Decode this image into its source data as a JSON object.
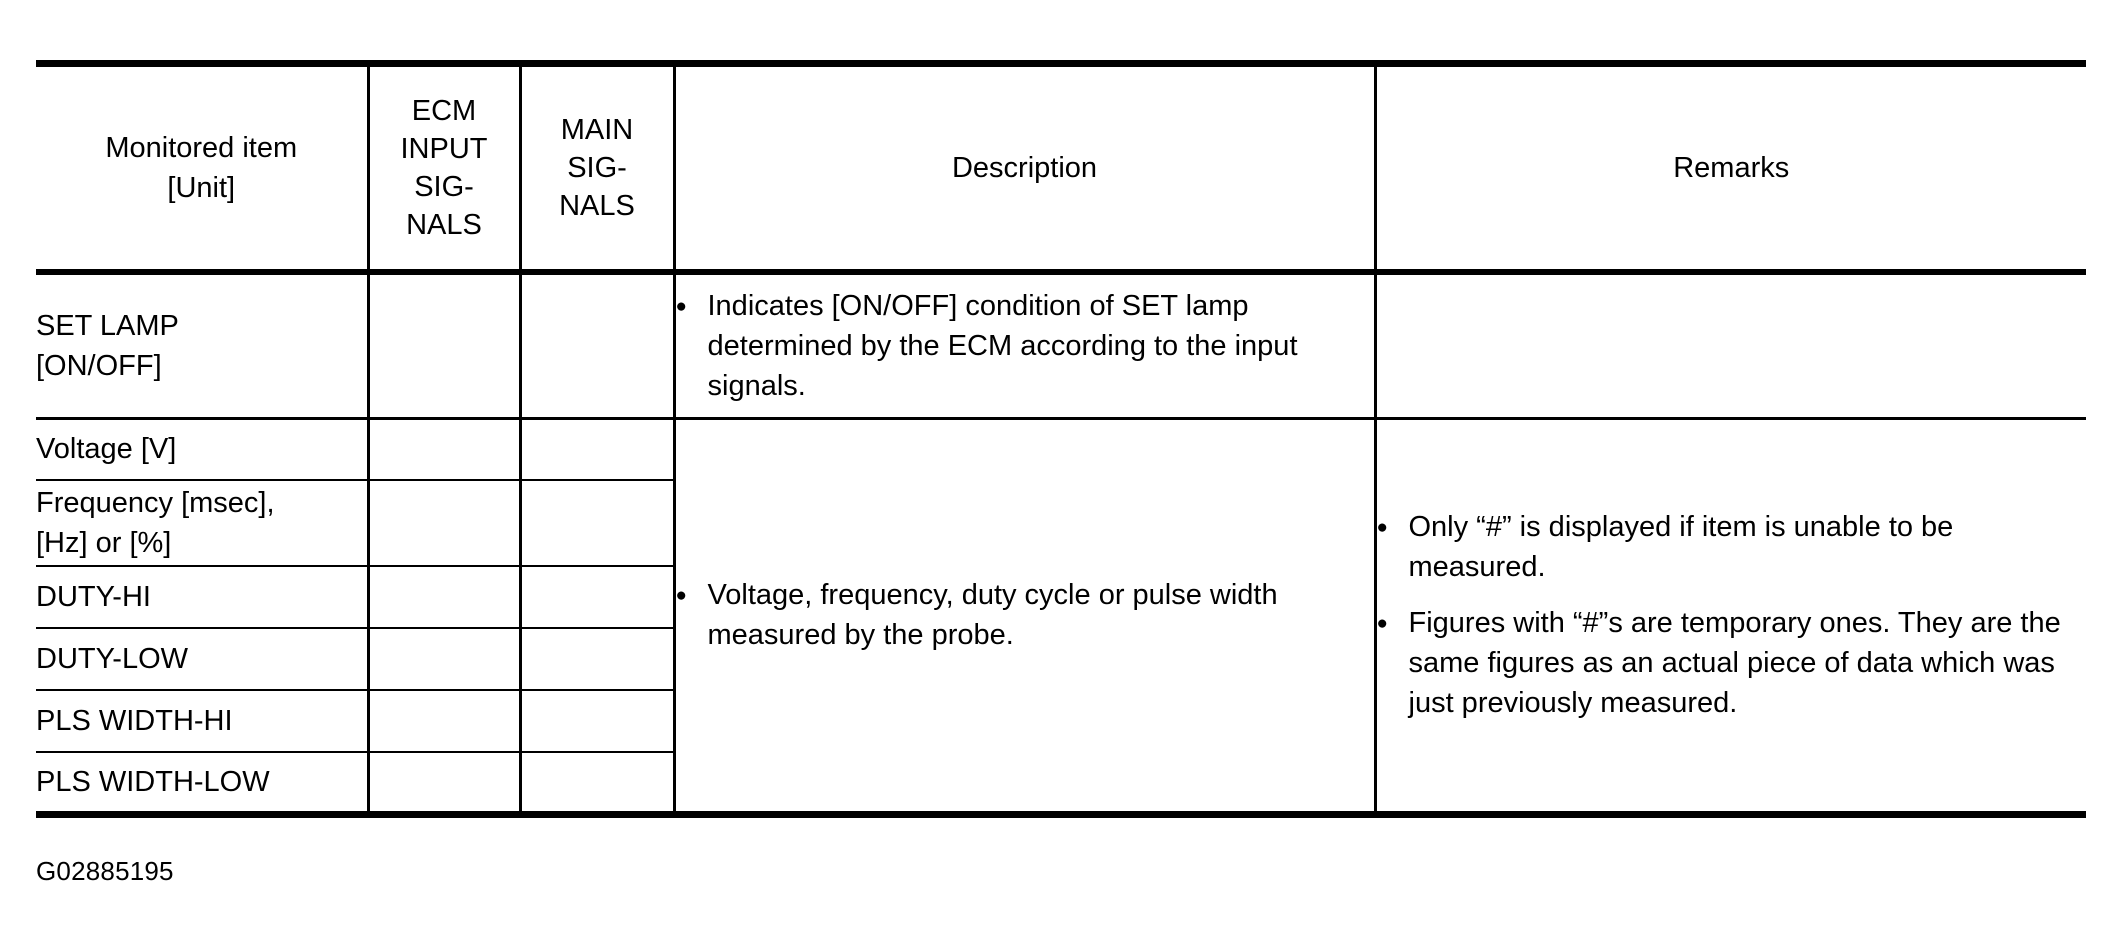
{
  "document": {
    "caption": "G02885195"
  },
  "table": {
    "headers": {
      "monitored_item": [
        "Monitored item",
        "[Unit]"
      ],
      "ecm_input_signals": [
        "ECM",
        "INPUT",
        "SIG-",
        "NALS"
      ],
      "main_signals": [
        "MAIN",
        "SIG-",
        "NALS"
      ],
      "description": "Description",
      "remarks": "Remarks"
    },
    "rows": [
      {
        "item": [
          "SET LAMP",
          "[ON/OFF]"
        ],
        "ecm": "",
        "main": "",
        "description": [
          "Indicates [ON/OFF] condition of SET lamp determined by the ECM according to the input signals."
        ],
        "remarks": []
      },
      {
        "item": [
          "Voltage [V]"
        ],
        "ecm": "",
        "main": ""
      },
      {
        "item": [
          "Frequency [msec],",
          "[Hz] or [%]"
        ],
        "ecm": "",
        "main": ""
      },
      {
        "item": [
          "DUTY-HI"
        ],
        "ecm": "",
        "main": ""
      },
      {
        "item": [
          "DUTY-LOW"
        ],
        "ecm": "",
        "main": ""
      },
      {
        "item": [
          "PLS WIDTH-HI"
        ],
        "ecm": "",
        "main": ""
      },
      {
        "item": [
          "PLS WIDTH-LOW"
        ],
        "ecm": "",
        "main": ""
      }
    ],
    "merged_description": "Voltage, frequency, duty cycle or pulse width measured by the probe.",
    "merged_remarks": [
      "Only “#” is displayed if item is unable to be measured.",
      "Figures with “#”s are temporary ones. They are the same figures as an actual piece of data which was just previously measured."
    ]
  }
}
